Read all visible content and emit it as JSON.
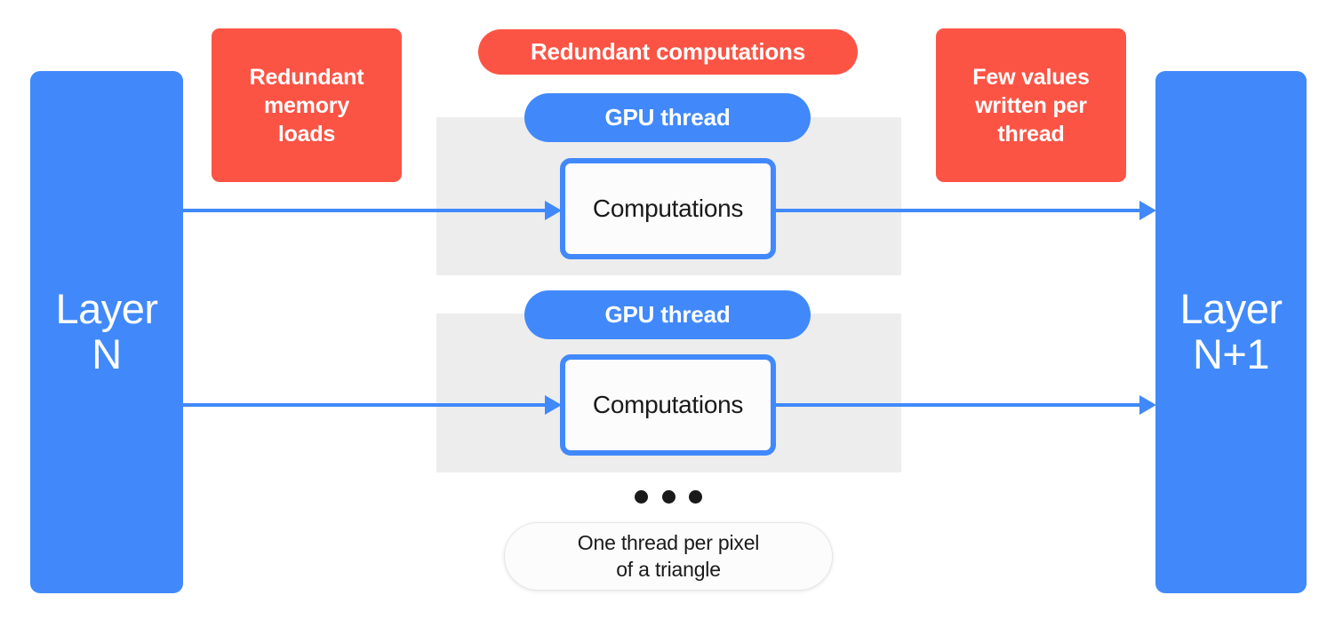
{
  "diagram": {
    "title": "GPU thread redundancy in layer-to-layer computation",
    "colors": {
      "blue": "#4189FB",
      "red": "#FB5445",
      "panel_gray": "#EDEDED",
      "box_white": "#FCFCFC",
      "text_dark": "#1A1A1A",
      "background": "#FFFFFF"
    }
  },
  "layers": {
    "input": {
      "label": "Layer\nN"
    },
    "output": {
      "label": "Layer\nN+1"
    }
  },
  "callouts": {
    "memory_loads": {
      "label": "Redundant\nmemory\nloads"
    },
    "redundant_computations": {
      "label": "Redundant computations"
    },
    "few_values": {
      "label": "Few values\nwritten per\nthread"
    }
  },
  "threads": [
    {
      "pill_label": "GPU thread",
      "computation_label": "Computations"
    },
    {
      "pill_label": "GPU thread",
      "computation_label": "Computations"
    }
  ],
  "ellipsis": {
    "dot_count": 3
  },
  "caption": {
    "label": "One thread per pixel\nof a triangle"
  }
}
